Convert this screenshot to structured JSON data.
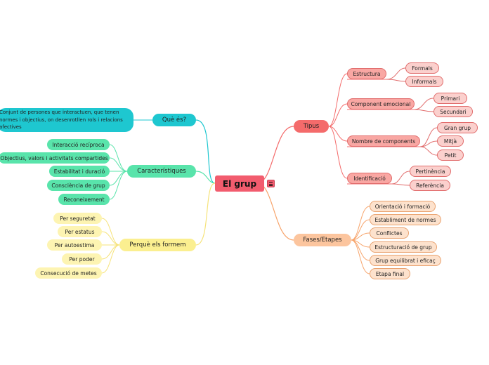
{
  "root": {
    "label": "El grup"
  },
  "colors": {
    "red": "#f46b6b",
    "orange": "#f7a46b",
    "teal": "#1ec7d0",
    "green": "#59e4ab",
    "yellow": "#f6e37a"
  },
  "branches": {
    "tipus": {
      "label": "Tipus",
      "children": [
        {
          "label": "Estructura",
          "children": [
            {
              "label": "Formals"
            },
            {
              "label": "Informals"
            }
          ]
        },
        {
          "label": "Component emocional",
          "children": [
            {
              "label": "Primari"
            },
            {
              "label": "Secundari"
            }
          ]
        },
        {
          "label": "Nombre de components",
          "children": [
            {
              "label": "Gran grup"
            },
            {
              "label": "Mitjà"
            },
            {
              "label": "Petit"
            }
          ]
        },
        {
          "label": "Identificació",
          "children": [
            {
              "label": "Pertinència"
            },
            {
              "label": "Referència"
            }
          ]
        }
      ]
    },
    "fases": {
      "label": "Fases/Etapes",
      "children": [
        {
          "label": "Orientació i formació"
        },
        {
          "label": "Establiment de normes"
        },
        {
          "label": "Conflictes"
        },
        {
          "label": "Estructuració de grup"
        },
        {
          "label": "Grup equilibrat i eficaç"
        },
        {
          "label": "Etapa final"
        }
      ]
    },
    "que_es": {
      "label": "Què és?",
      "children": [
        {
          "label": "Conjunt de persones que interactuen, que tenen normes i objectius, on desenrotllen rols i relacions afectives"
        }
      ]
    },
    "caracteristiques": {
      "label": "Característiques",
      "children": [
        {
          "label": "Interacció recíproca"
        },
        {
          "label": "Objectius, valors i activitats compartides"
        },
        {
          "label": "Estabilitat i duració"
        },
        {
          "label": "Consciència de grup"
        },
        {
          "label": "Reconeixement"
        }
      ]
    },
    "perque": {
      "label": "Perquè els formem",
      "children": [
        {
          "label": "Per seguretat"
        },
        {
          "label": "Per estatus"
        },
        {
          "label": "Per autoestima"
        },
        {
          "label": "Per poder"
        },
        {
          "label": "Consecució de metes"
        }
      ]
    }
  }
}
